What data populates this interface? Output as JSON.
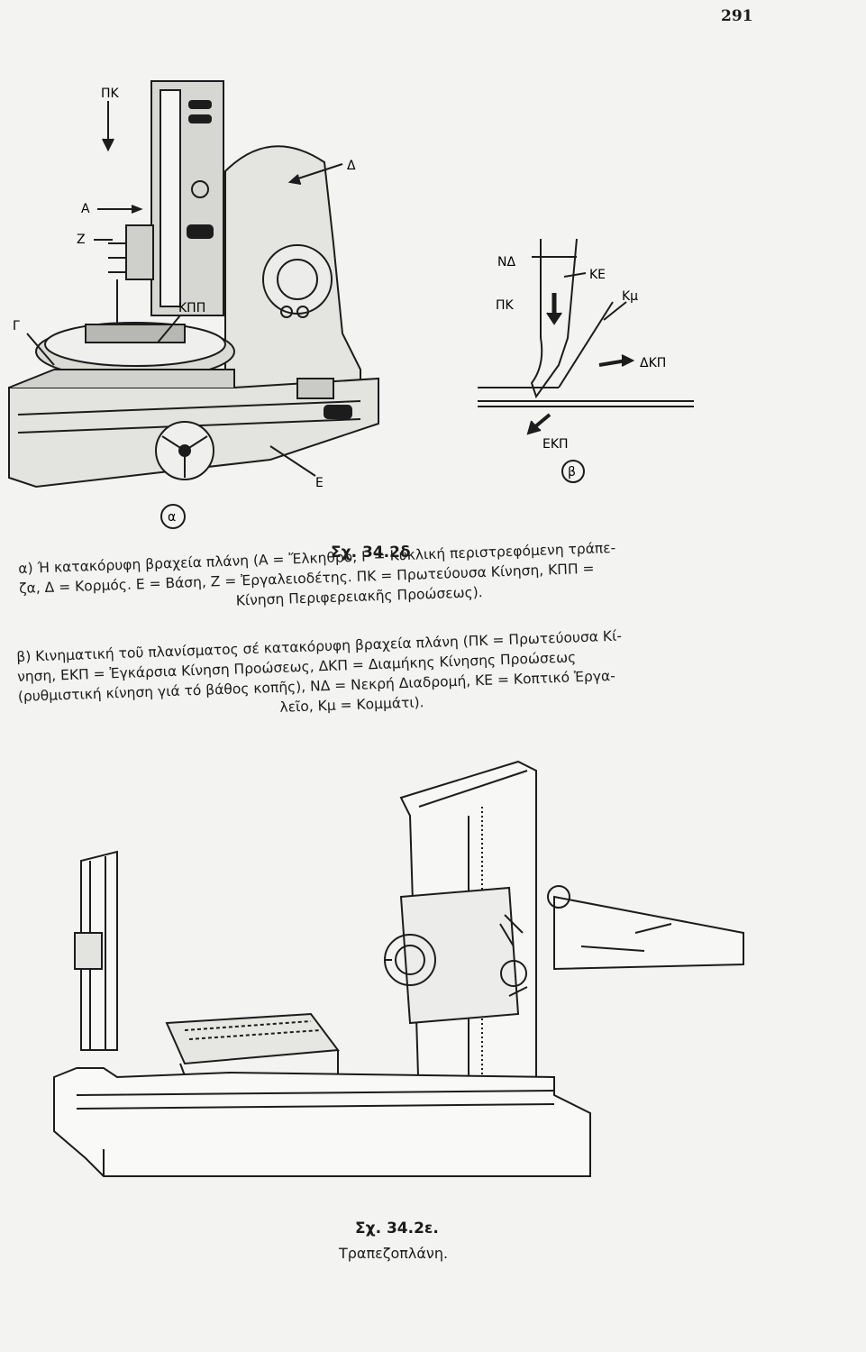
{
  "page": {
    "number": "291"
  },
  "figure_1": {
    "title": "Σχ. 34.2δ",
    "diagram_a": {
      "tag": "α",
      "labels": {
        "pk": "ΠΚ",
        "a": "Α",
        "z": "Ζ",
        "d": "Δ",
        "kpp": "ΚΠΠ",
        "g": "Γ",
        "e": "Ε"
      }
    },
    "diagram_b": {
      "tag": "β",
      "labels": {
        "nd": "ΝΔ",
        "ke": "ΚΕ",
        "pk": "ΠΚ",
        "km": "Κμ",
        "dkp": "ΔΚΠ",
        "ekp": "ΕΚΠ"
      }
    },
    "caption_a_line1": "α) Ή κατακόρυφη βραχεία πλάνη (Α = Ἔλκηθρο, Γ = Κυκλική περιστρεφόμενη τράπε-",
    "caption_a_line2": "ζα, Δ = Κορμός. Ε = Βάση, Ζ = Ἐργαλειοδέτης. ΠΚ = Πρωτεύουσα Κίνηση, ΚΠΠ =",
    "caption_a_line3": "Κίνηση Περιφερειακῆς Προώσεως).",
    "caption_b_line1": "β) Κινηματική τοῦ πλανίσματος σέ κατακόρυφη βραχεία πλάνη (ΠΚ = Πρωτεύουσα Κί-",
    "caption_b_line2": "νηση, ΕΚΠ = Ἐγκάρσια Κίνηση Προώσεως, ΔΚΠ = Διαμήκης Κίνησης Προώσεως",
    "caption_b_line3": "(ρυθμιστική κίνηση γιά τό βάθος κοπῆς), ΝΔ = Νεκρή Διαδρομή, ΚΕ = Κοπτικό Ἐργα-",
    "caption_b_line4": "λεῖο, Κμ = Κομμάτι)."
  },
  "figure_2": {
    "title": "Σχ. 34.2ε.",
    "caption": "Τραπεζοπλάνη."
  }
}
